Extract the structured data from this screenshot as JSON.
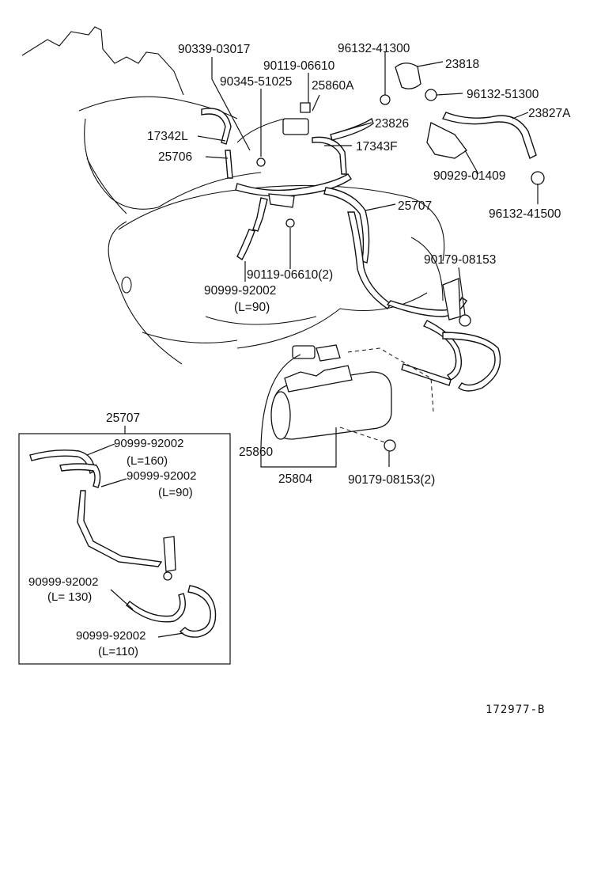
{
  "labels": {
    "p90339_03017": "90339-03017",
    "p90119_06610": "90119-06610",
    "p96132_41300": "96132-41300",
    "p23818": "23818",
    "p90345_51025": "90345-51025",
    "p25860A": "25860A",
    "p96132_51300": "96132-51300",
    "p23827A": "23827A",
    "p17342L": "17342L",
    "p23826": "23826",
    "p25706": "25706",
    "p17343F": "17343F",
    "p90929_01409": "90929-01409",
    "p25707_main": "25707",
    "p96132_41500": "96132-41500",
    "p90179_08153": "90179-08153",
    "p90999_92002_main": "90999-92002",
    "p90119_06610_2": "90119-06610(2)",
    "l90_main": "(L=90)",
    "p25860": "25860",
    "p25804": "25804",
    "p90179_08153_2": "90179-08153(2)"
  },
  "inset": {
    "title": "25707",
    "items": [
      {
        "part": "90999-92002",
        "length": "(L=160)"
      },
      {
        "part": "90999-92002",
        "length": "(L=90)"
      },
      {
        "part": "90999-92002",
        "length": "(L= 130)"
      },
      {
        "part": "90999-92002",
        "length": "(L=110)"
      }
    ]
  },
  "reference_code": "172977-B"
}
